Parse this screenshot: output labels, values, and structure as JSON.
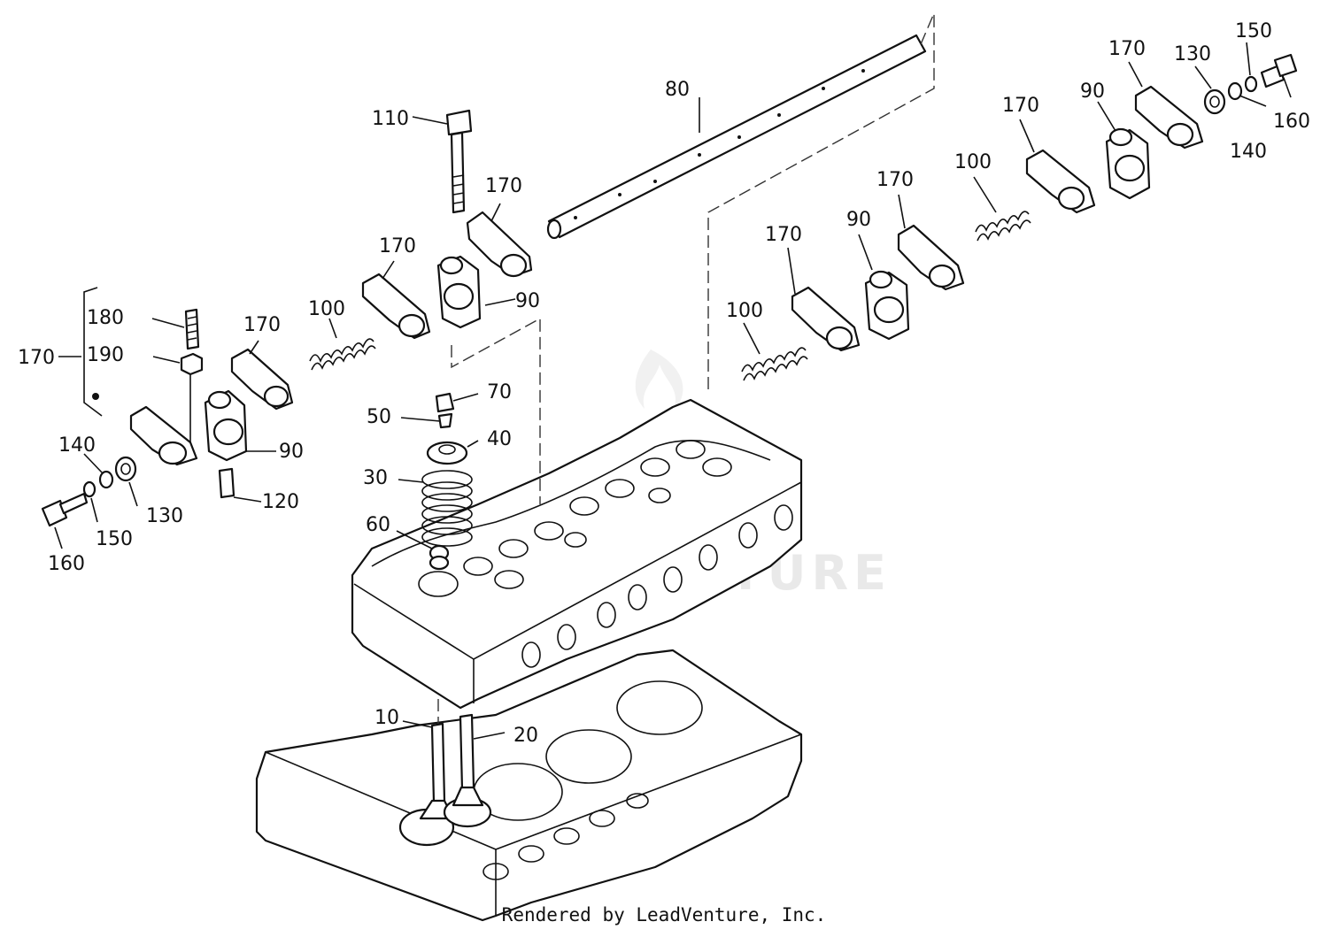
{
  "watermark": "LEADVENTURE",
  "footer": "Rendered by LeadVenture, Inc.",
  "callouts": [
    {
      "id": "c80",
      "text": "80"
    },
    {
      "id": "c110",
      "text": "110"
    },
    {
      "id": "c170a",
      "text": "170"
    },
    {
      "id": "c170b",
      "text": "170"
    },
    {
      "id": "c90a",
      "text": "90"
    },
    {
      "id": "c100a",
      "text": "100"
    },
    {
      "id": "c170c",
      "text": "170"
    },
    {
      "id": "c180",
      "text": "180"
    },
    {
      "id": "c190",
      "text": "190"
    },
    {
      "id": "c170grp",
      "text": "170"
    },
    {
      "id": "c90b",
      "text": "90"
    },
    {
      "id": "c120",
      "text": "120"
    },
    {
      "id": "c140a",
      "text": "140"
    },
    {
      "id": "c130a",
      "text": "130"
    },
    {
      "id": "c150a",
      "text": "150"
    },
    {
      "id": "c160a",
      "text": "160"
    },
    {
      "id": "c70",
      "text": "70"
    },
    {
      "id": "c50",
      "text": "50"
    },
    {
      "id": "c40",
      "text": "40"
    },
    {
      "id": "c30",
      "text": "30"
    },
    {
      "id": "c60",
      "text": "60"
    },
    {
      "id": "c10",
      "text": "10"
    },
    {
      "id": "c20",
      "text": "20"
    },
    {
      "id": "c170d",
      "text": "170"
    },
    {
      "id": "c130b",
      "text": "130"
    },
    {
      "id": "c150b",
      "text": "150"
    },
    {
      "id": "c160b",
      "text": "160"
    },
    {
      "id": "c140b",
      "text": "140"
    },
    {
      "id": "c90c",
      "text": "90"
    },
    {
      "id": "c170e",
      "text": "170"
    },
    {
      "id": "c100b",
      "text": "100"
    },
    {
      "id": "c170f",
      "text": "170"
    },
    {
      "id": "c90d",
      "text": "90"
    },
    {
      "id": "c170g",
      "text": "170"
    },
    {
      "id": "c100c",
      "text": "100"
    }
  ]
}
